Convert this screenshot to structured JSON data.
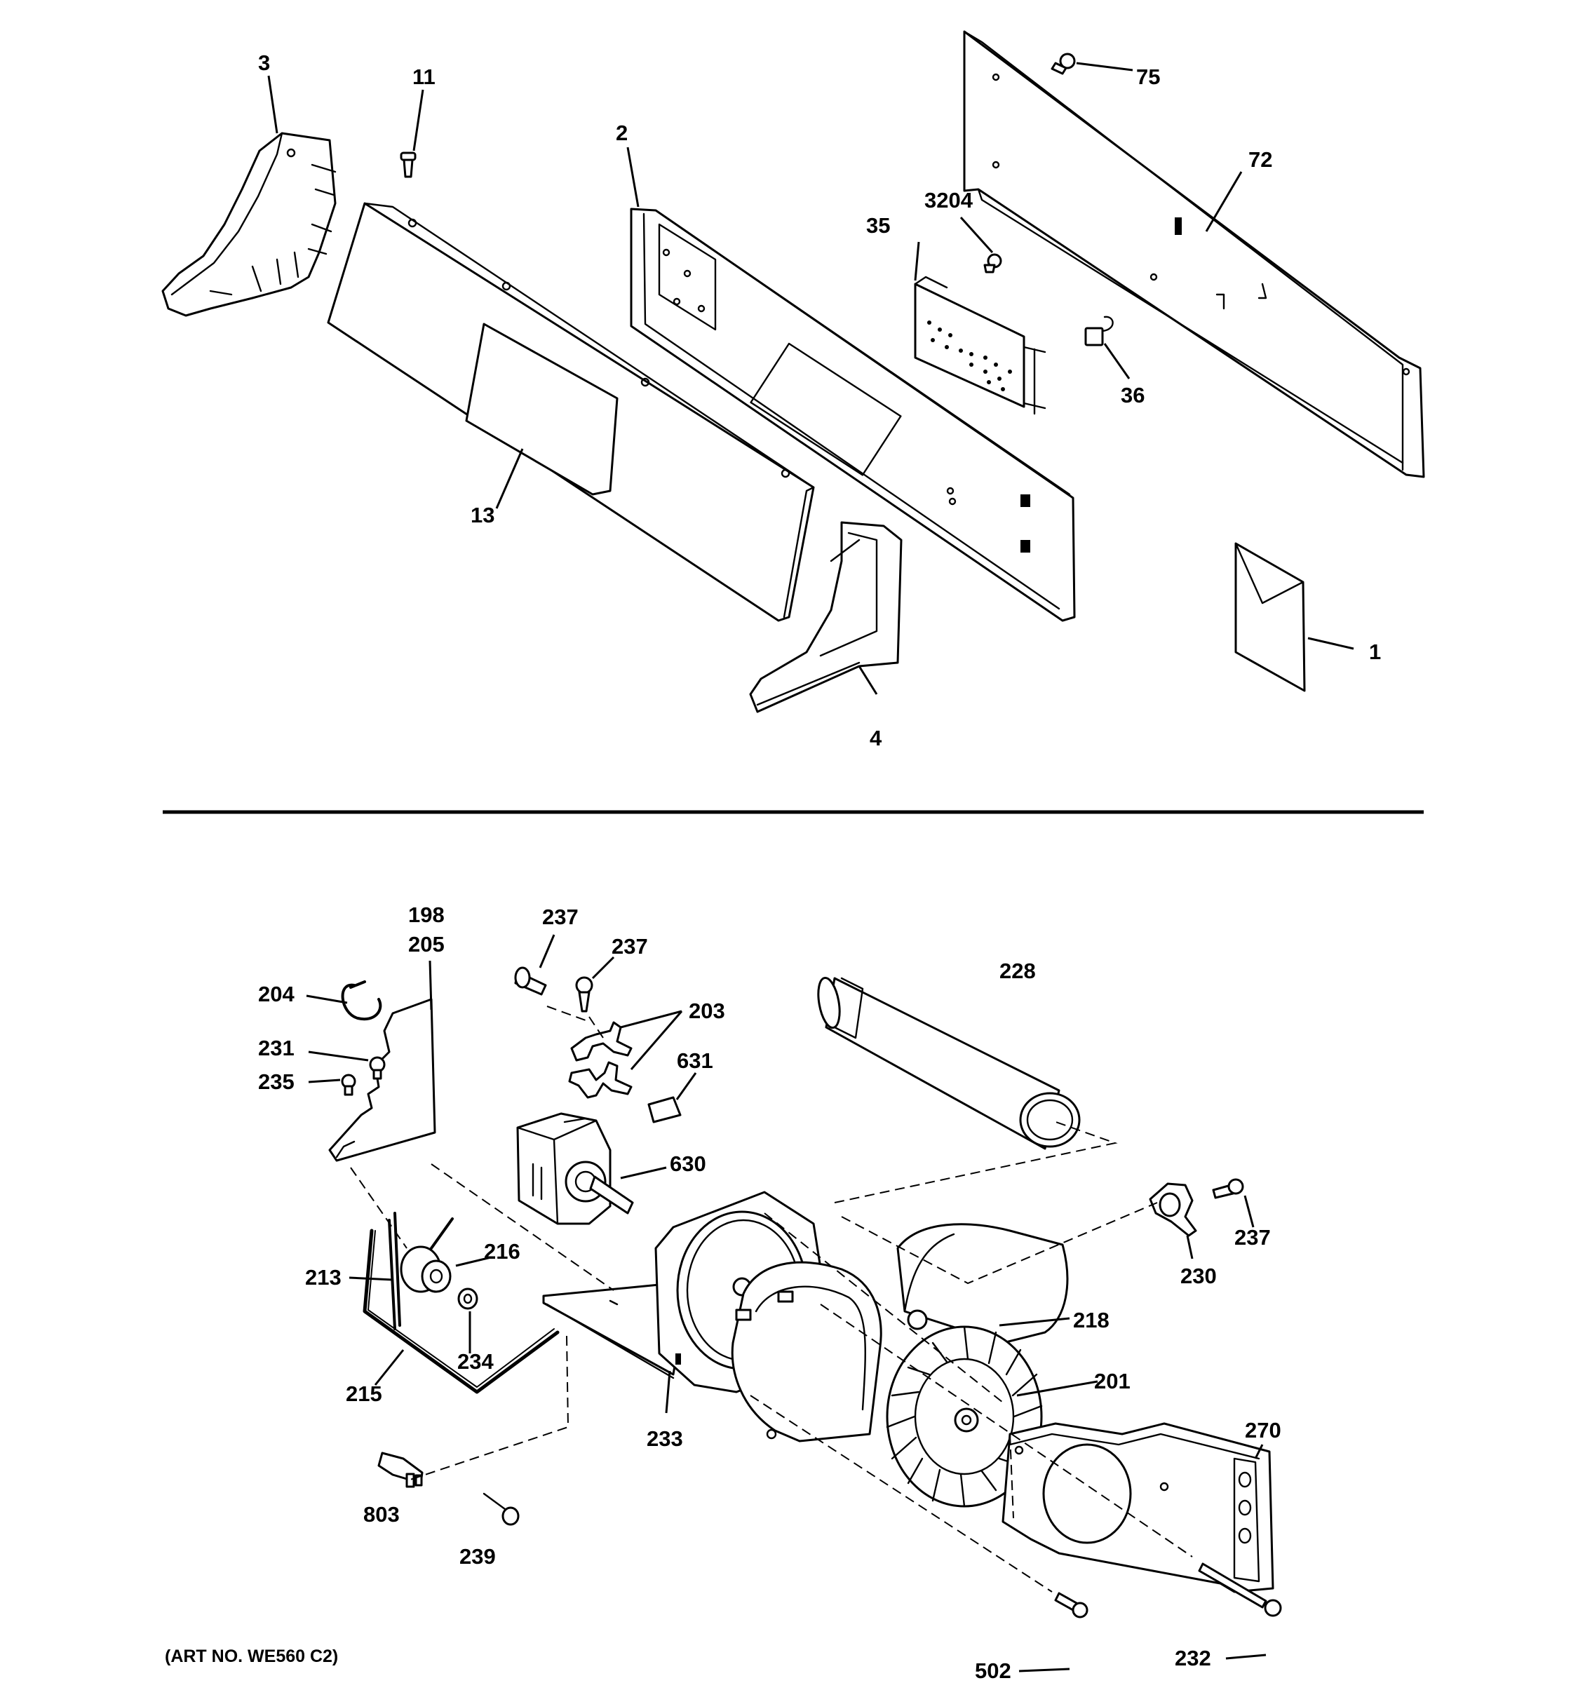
{
  "art_number": "(ART NO. WE560 C2)",
  "callouts": {
    "c1": "1",
    "c2": "2",
    "c3": "3",
    "c4": "4",
    "c11": "11",
    "c13": "13",
    "c35": "35",
    "c36": "36",
    "c72": "72",
    "c75": "75",
    "c3204": "3204",
    "c198": "198",
    "c205": "205",
    "c204": "204",
    "c231": "231",
    "c235": "235",
    "c237a": "237",
    "c237b": "237",
    "c237c": "237",
    "c203": "203",
    "c631": "631",
    "c630": "630",
    "c228": "228",
    "c213": "213",
    "c216": "216",
    "c234": "234",
    "c215": "215",
    "c233": "233",
    "c218": "218",
    "c201": "201",
    "c230": "230",
    "c270": "270",
    "c803": "803",
    "c239": "239",
    "c502": "502",
    "c232": "232"
  }
}
